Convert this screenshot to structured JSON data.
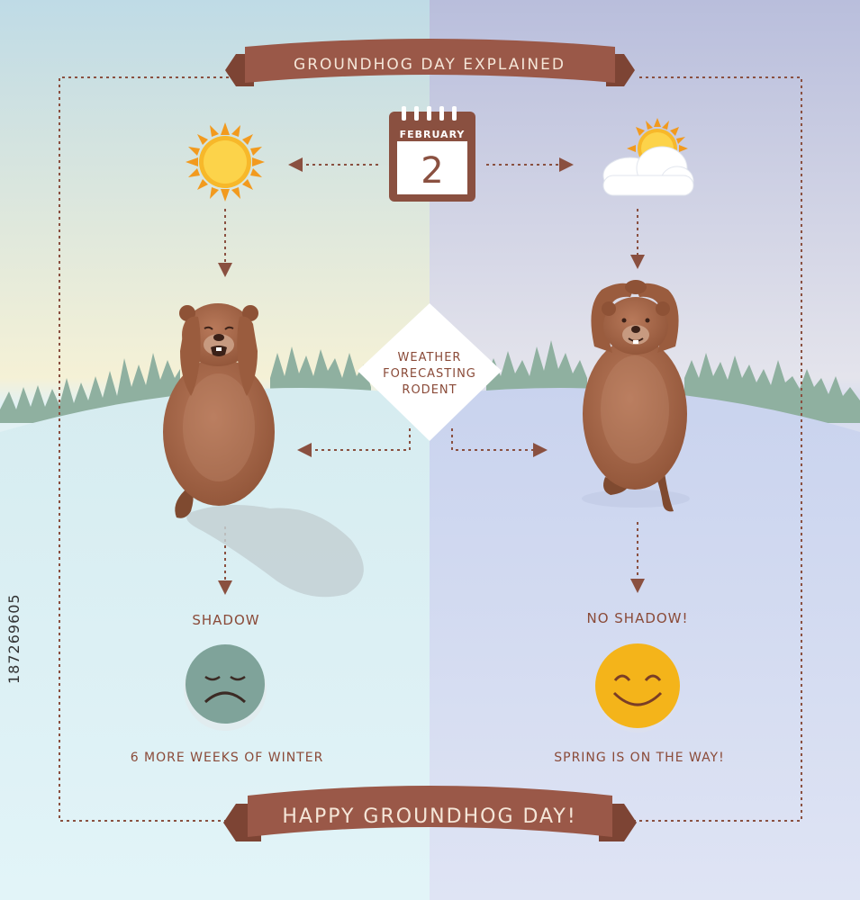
{
  "title": "GROUNDHOG DAY EXPLAINED",
  "calendar": {
    "month": "FEBRUARY",
    "day": "2"
  },
  "center_label": [
    "WEATHER",
    "FORECASTING",
    "RODENT"
  ],
  "left": {
    "result": "SHADOW",
    "outcome": "6 MORE WEEKS OF WINTER",
    "weather_icon": "sun-icon",
    "face_icon": "sad-face-icon"
  },
  "right": {
    "result": "NO SHADOW!",
    "outcome": "SPRING IS ON THE WAY!",
    "weather_icon": "sun-behind-cloud-icon",
    "face_icon": "happy-face-icon"
  },
  "footer": "HAPPY GROUNDHOG DAY!",
  "side_id": "187269605",
  "colors": {
    "brown": "#8a5040",
    "ribbon": "#9a5848",
    "sun": "#f7b82a",
    "sad_face": "#7fa39a",
    "happy_face": "#f4b41a",
    "trees": "#8fb0a0"
  }
}
